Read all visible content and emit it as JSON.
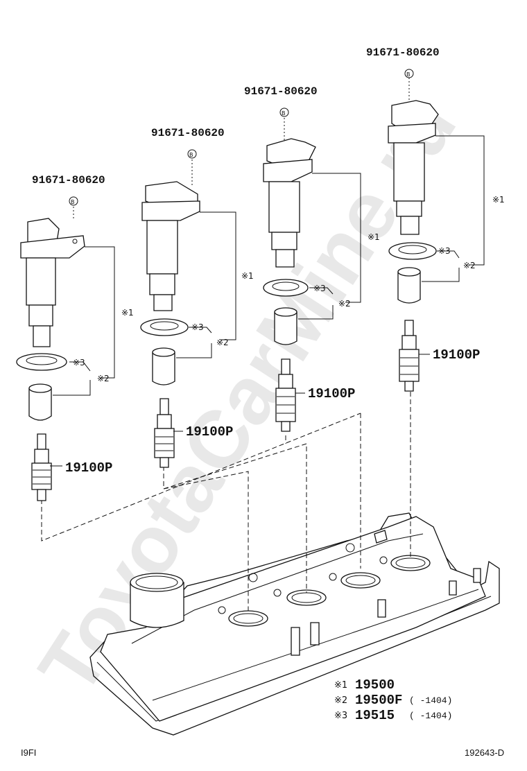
{
  "watermark": "ToyotaCarMine.ru",
  "coils": [
    {
      "bolt_part": "91671-80620",
      "bolt_mark": "B",
      "coil_mark": "※1",
      "plug_part": "19100P"
    },
    {
      "bolt_part": "91671-80620",
      "bolt_mark": "B",
      "coil_mark": "※1",
      "plug_part": "19100P"
    },
    {
      "bolt_part": "91671-80620",
      "bolt_mark": "B",
      "coil_mark": "※1",
      "plug_part": "19100P"
    },
    {
      "bolt_part": "91671-80620",
      "bolt_mark": "B",
      "coil_mark": "※1",
      "plug_part": "19100P"
    }
  ],
  "group_marks": {
    "seal": "※3",
    "boot": "※2"
  },
  "legend": [
    {
      "mark": "※1",
      "part": "19500",
      "note": ""
    },
    {
      "mark": "※2",
      "part": "19500F",
      "note": "(      -1404)"
    },
    {
      "mark": "※3",
      "part": "19515",
      "note": "(      -1404)"
    }
  ],
  "footer": {
    "left": "I9FI",
    "right": "192643-D"
  }
}
